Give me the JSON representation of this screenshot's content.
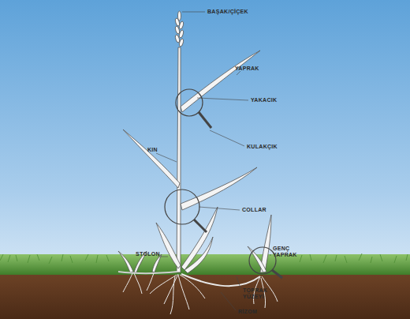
{
  "diagram": {
    "labels": [
      "BAŞAK/ÇİÇEK",
      "YAPRAK",
      "YAKACIK",
      "KULAKÇIK",
      "KIN",
      "COLLAR",
      "GENÇ YAPRAK",
      "STOLON",
      "TOPRAK YÜZEYİ",
      "RİZOM"
    ]
  }
}
